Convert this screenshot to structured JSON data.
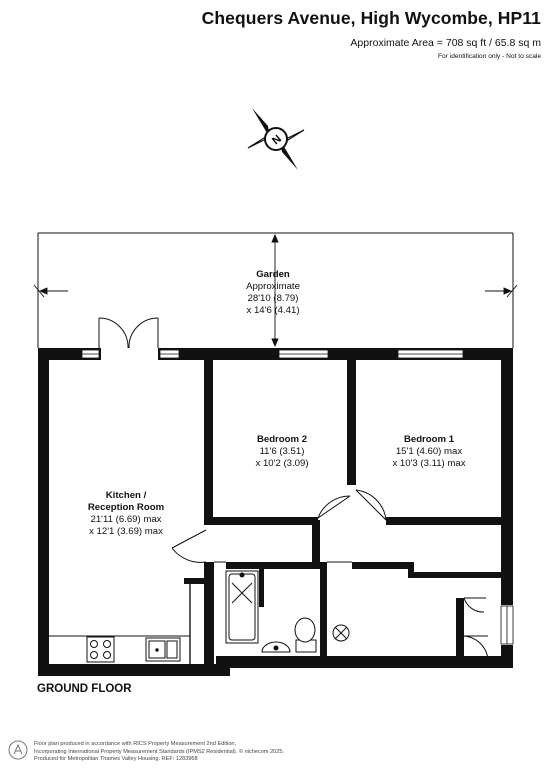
{
  "header": {
    "title": "Chequers Avenue, High Wycombe, HP11",
    "area": "Approximate Area = 708 sq ft / 65.8 sq m",
    "note": "For identification only - Not to scale"
  },
  "rooms": {
    "garden": {
      "name": "Garden",
      "line1": "Approximate",
      "line2": "28'10 (8.79)",
      "line3": "x 14'6 (4.41)"
    },
    "bedroom2": {
      "name": "Bedroom 2",
      "line1": "11'6 (3.51)",
      "line2": "x 10'2 (3.09)"
    },
    "bedroom1": {
      "name": "Bedroom 1",
      "line1": "15'1 (4.60) max",
      "line2": "x 10'3 (3.11) max"
    },
    "kitchen": {
      "name_line1": "Kitchen /",
      "name_line2": "Reception Room",
      "line1": "21'11 (6.69) max",
      "line2": "x 12'1 (3.69) max"
    }
  },
  "compass": {
    "letter": "N"
  },
  "floor_label": "GROUND FLOOR",
  "footer": {
    "line1": "Floor plan produced in accordance with RICS Property Measurement 2nd Edition,",
    "line2": "Incorporating International Property Measurement Standards (IPMS2 Residential).  © nichecom 2025.",
    "line3": "Produced for Metropolitan Thames Valley Housing.   REF: 1283968"
  }
}
